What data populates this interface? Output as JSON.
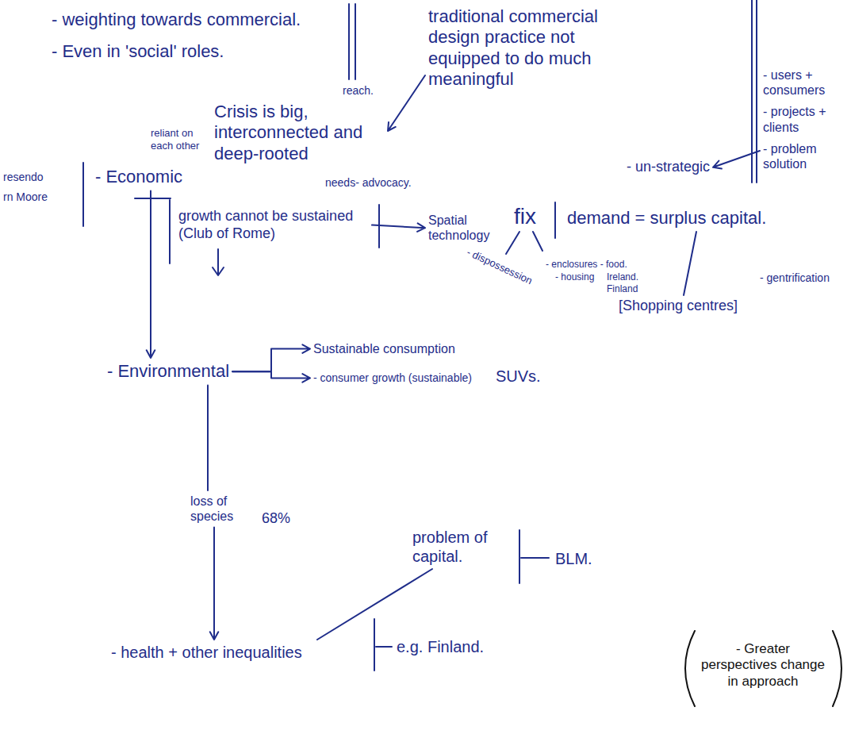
{
  "diagram": {
    "nodes": [
      {
        "text": [
          "traditional commercial design practice not equipped to do much meaningful"
        ]
      },
      {
        "text": [
          "- users + consumers",
          "- projects + clients",
          "- problem solution"
        ]
      },
      {
        "text": [
          "Crisis is big, interconnected and deep-rooted"
        ]
      },
      {
        "text": [
          "- un-strategic"
        ]
      },
      {
        "text": [
          "- Economic"
        ]
      },
      {
        "text": [
          "growth cannot be sustained (Club of Rome)"
        ]
      },
      {
        "text": [
          "Spatial technology"
        ]
      },
      {
        "text": [
          "- Environmental"
        ]
      },
      {
        "text": [
          "Sustainable consumption"
        ]
      },
      {
        "text": [
          "- consumer growth (sustainable)"
        ]
      },
      {
        "text": [
          "loss of species"
        ]
      },
      {
        "text": [
          "problem of capital."
        ]
      },
      {
        "text": [
          "- health + other inequalities"
        ]
      }
    ],
    "edges": [
      {
        "from": 0,
        "to": 2,
        "arrow": "to"
      },
      {
        "from": 1,
        "to": 3,
        "arrow": "to"
      },
      {
        "from": 4,
        "to": 7,
        "arrow": "to"
      },
      {
        "from": 5,
        "to": 6,
        "arrow": "to"
      },
      {
        "from": 7,
        "to": 8,
        "arrow": "to"
      },
      {
        "from": 7,
        "to": 9,
        "arrow": "to"
      },
      {
        "from": 7,
        "to": 10,
        "arrow": "none"
      },
      {
        "from": 10,
        "to": 12,
        "arrow": "to"
      },
      {
        "from": 11,
        "to": 12,
        "arrow": "none"
      }
    ],
    "labels": [
      "- weighting towards commercial.",
      "- Even in 'social' roles.",
      "reach.",
      "reliant on each other",
      "needs- advocacy.",
      "resendo",
      "rn Moore",
      "fix",
      "demand = surplus capital.",
      "[Shopping centres]",
      "- dispossession",
      "- enclosures - food.",
      "- housing",
      "Ireland.",
      "Finland",
      "- gentrification",
      "SUVs.",
      "68%",
      "BLM.",
      "e.g. Finland.",
      "- Greater perspectives change in approach"
    ]
  }
}
